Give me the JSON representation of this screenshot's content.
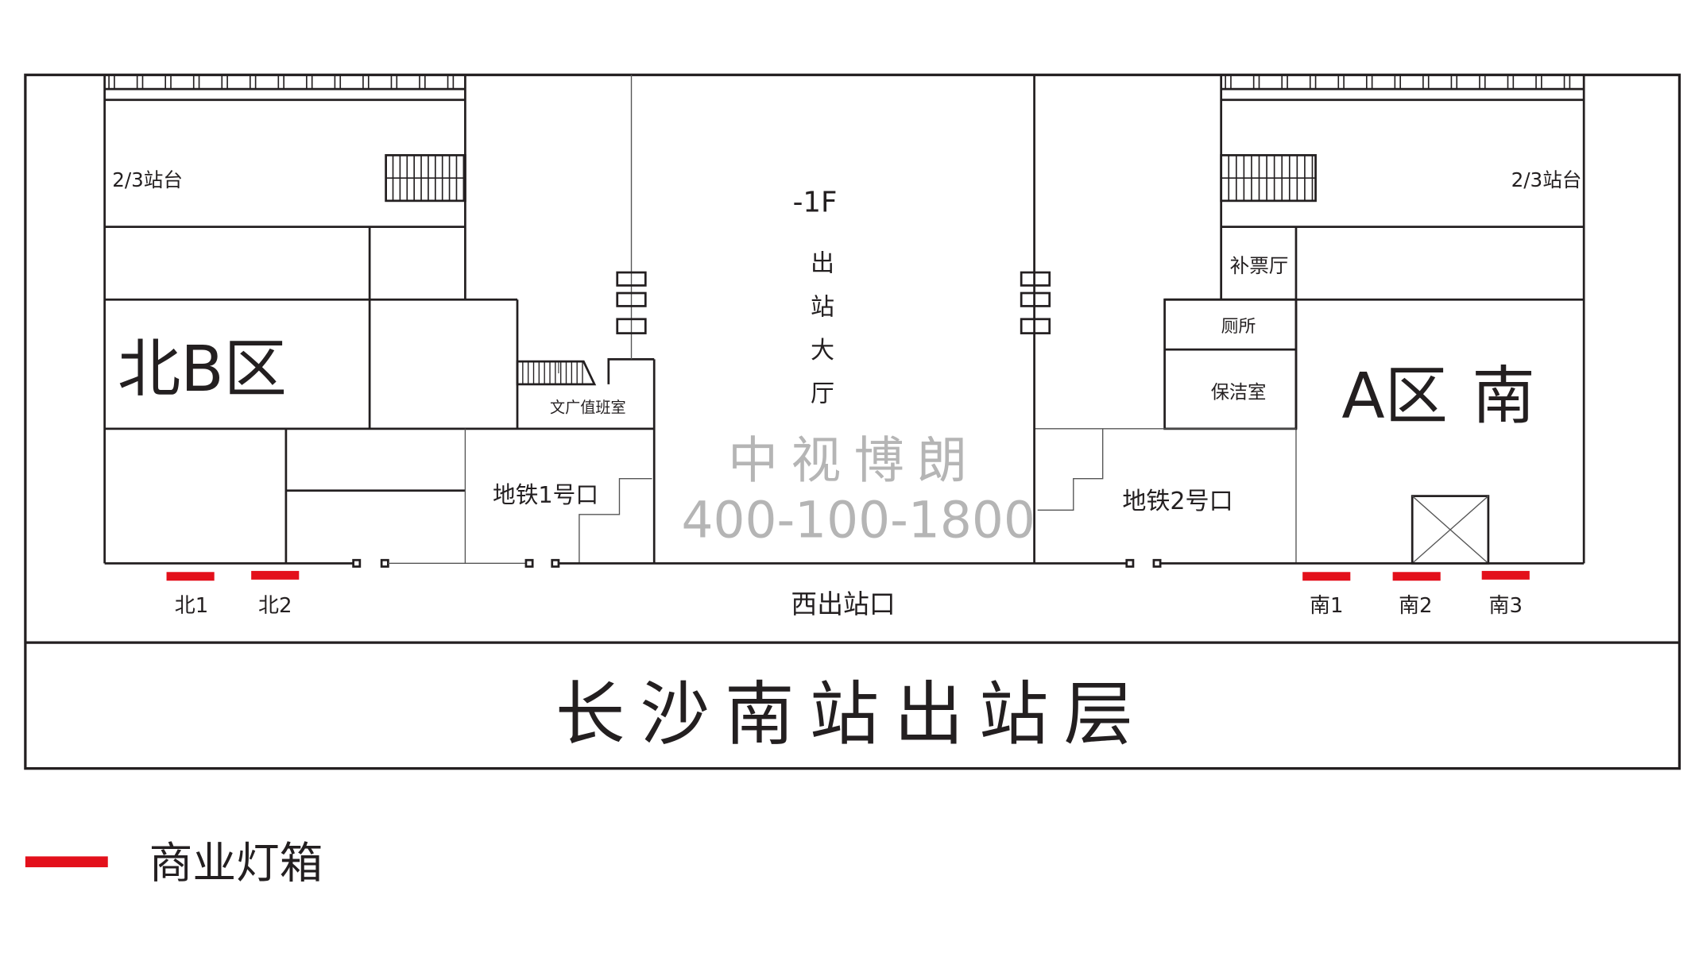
{
  "floor_label": "-1F",
  "hall_label": [
    "出",
    "站",
    "大",
    "厅"
  ],
  "title": "长沙南站出站层",
  "zones": {
    "north_zone": "北B区",
    "south_zone_a": "A区",
    "south_zone_b": "南",
    "platform_left": "2/3站台",
    "platform_right": "2/3站台"
  },
  "rooms": {
    "duty_room": "文广值班室",
    "metro_exit_1": "地铁1号口",
    "metro_exit_2": "地铁2号口",
    "ticket_hall": "补票厅",
    "toilet": "厕所",
    "cleaning_room": "保洁室",
    "west_exit": "西出站口"
  },
  "lightboxes": [
    {
      "label": "北1"
    },
    {
      "label": "北2"
    },
    {
      "label": "南1"
    },
    {
      "label": "南2"
    },
    {
      "label": "南3"
    }
  ],
  "watermark": {
    "name": "中视博朗",
    "phone": "400-100-1800"
  },
  "legend": {
    "label": "商业灯箱",
    "color": "#e3101b"
  },
  "colors": {
    "lightbox": "#e3101b",
    "line": "#231f20",
    "watermark": "#b5b5b5"
  }
}
